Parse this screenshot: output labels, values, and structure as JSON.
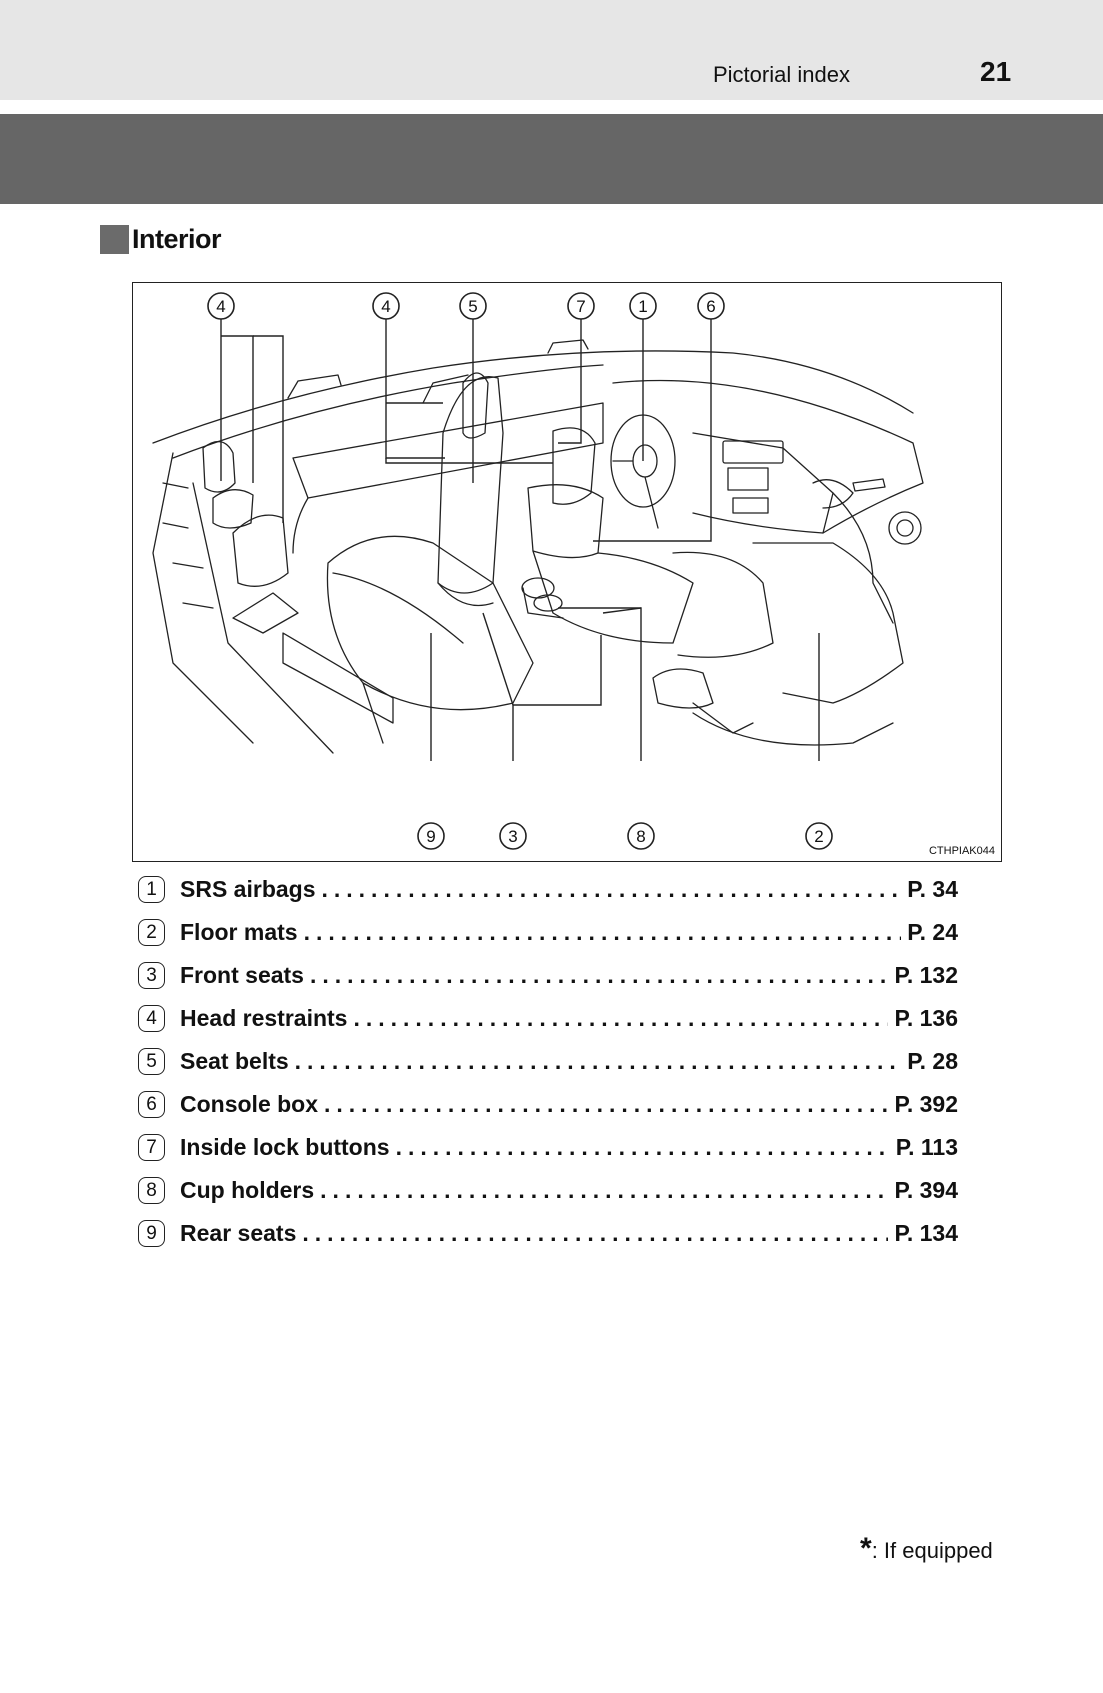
{
  "header": {
    "title": "Pictorial index",
    "page_number": "21"
  },
  "section": {
    "title": "Interior"
  },
  "figure": {
    "code": "CTHPIAK044",
    "top_callouts": [
      "4",
      "4",
      "5",
      "7",
      "1",
      "6"
    ],
    "bottom_callouts": [
      "9",
      "3",
      "8",
      "2"
    ]
  },
  "items": [
    {
      "num": "1",
      "label": "SRS airbags",
      "page": "P. 34"
    },
    {
      "num": "2",
      "label": "Floor mats",
      "page": "P. 24"
    },
    {
      "num": "3",
      "label": "Front seats",
      "page": "P. 132"
    },
    {
      "num": "4",
      "label": "Head restraints",
      "page": "P. 136"
    },
    {
      "num": "5",
      "label": "Seat belts",
      "page": "P. 28"
    },
    {
      "num": "6",
      "label": "Console box",
      "page": "P. 392"
    },
    {
      "num": "7",
      "label": "Inside lock buttons",
      "page": "P. 113"
    },
    {
      "num": "8",
      "label": "Cup holders",
      "page": "P. 394"
    },
    {
      "num": "9",
      "label": "Rear seats",
      "page": "P. 134"
    }
  ],
  "footnote": {
    "symbol": "*",
    "text": ": If equipped"
  }
}
